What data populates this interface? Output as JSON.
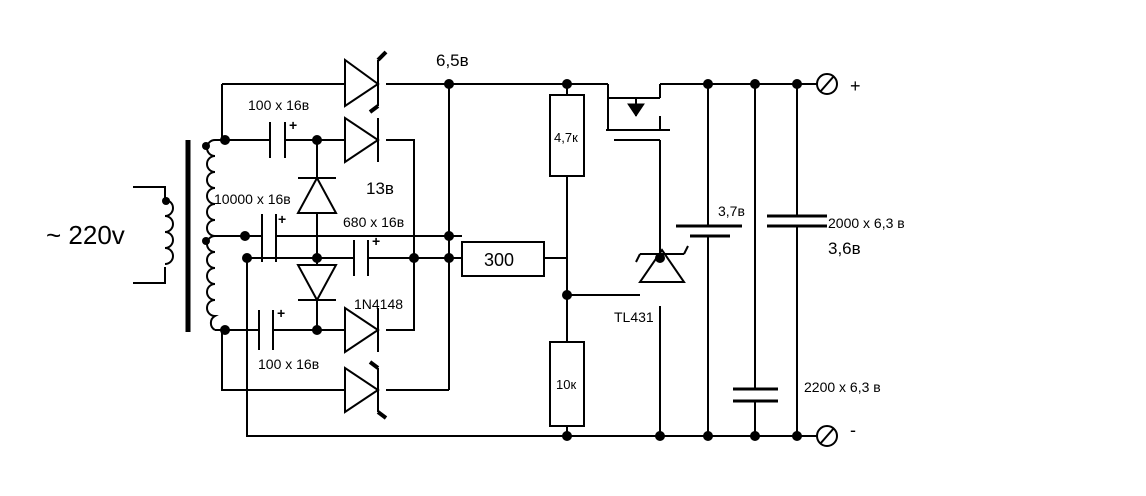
{
  "labels": {
    "mains": "~ 220v",
    "voltage_rail": "6,5в",
    "voltage_13": "13в",
    "voltage_37": "3,7в",
    "voltage_36": "3,6в",
    "cap_top": "100 х 16в",
    "cap_main": "10000 х 16в",
    "cap_mid": "680 х 16в",
    "cap_bottom": "100 х 16в",
    "cap_2000": "2000 х 6,3 в",
    "cap_2200": "2200 х 6,3 в",
    "diode_type": "1N4148",
    "res_300": "300",
    "res_47k": "4,7к",
    "res_10k": "10к",
    "reg": "TL431",
    "term_plus": "+",
    "term_minus": "-",
    "pol_plus": "+"
  },
  "colors": {
    "wire": "#000000",
    "background": "#ffffff"
  }
}
